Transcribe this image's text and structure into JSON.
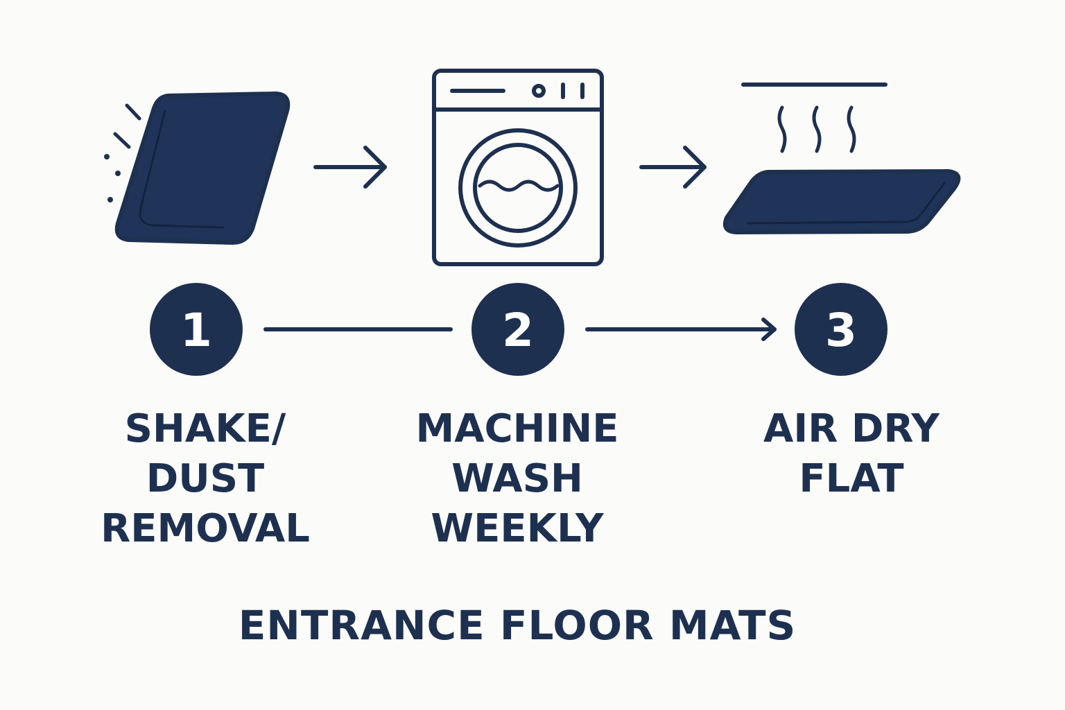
{
  "colors": {
    "primary": "#1e3050",
    "mat_fill": "#1f3458",
    "background": "#fbfbf9",
    "number_text": "#ffffff"
  },
  "steps": [
    {
      "number": "1",
      "label_lines": [
        "SHAKE/",
        "DUST",
        "REMOVAL"
      ],
      "icon": "shaking-mat-icon"
    },
    {
      "number": "2",
      "label_lines": [
        "MACHINE",
        "WASH",
        "WEEKLY"
      ],
      "icon": "washing-machine-icon"
    },
    {
      "number": "3",
      "label_lines": [
        "AIR DRY",
        "FLAT"
      ],
      "icon": "flat-drying-mat-icon"
    }
  ],
  "title": "ENTRANCE FLOOR MATS"
}
